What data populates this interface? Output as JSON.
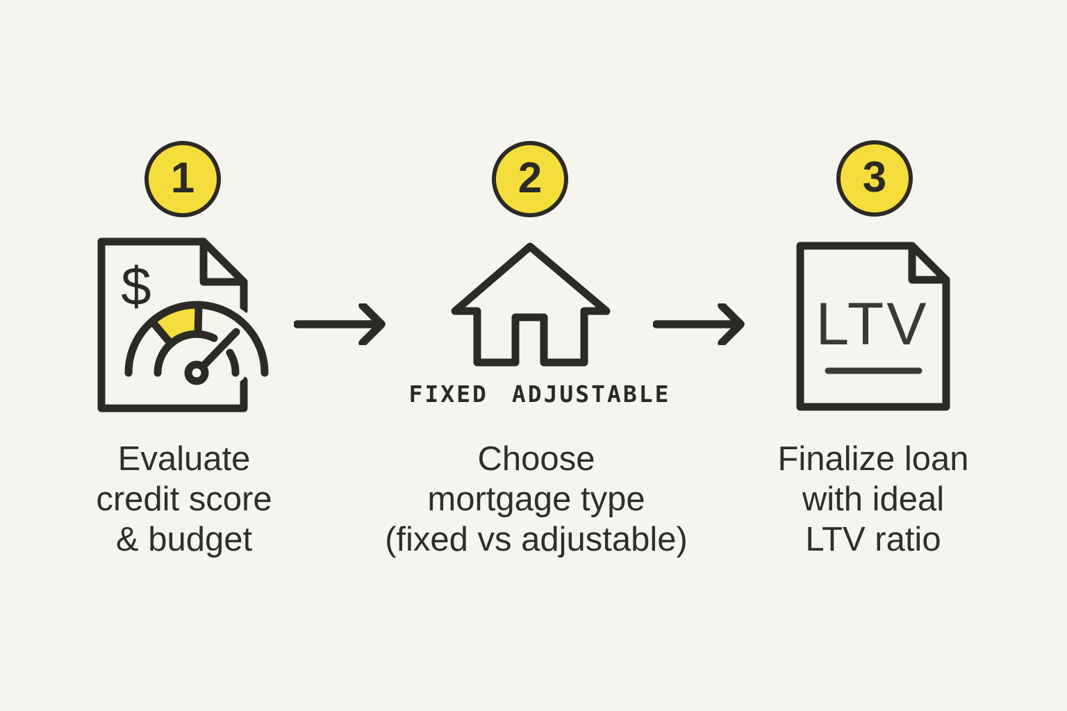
{
  "colors": {
    "background": "#F6F4EE",
    "line": "#2B2A25",
    "accent_yellow": "#F5DE3C",
    "caption_text": "#2F2E29"
  },
  "steps": [
    {
      "number": "1",
      "icon": "credit-score-gauge-document-icon",
      "dollar_sign": "$",
      "caption_lines": [
        "Evaluate",
        "credit score",
        "& budget"
      ]
    },
    {
      "number": "2",
      "icon": "house-icon",
      "option_labels": [
        "FIXED",
        "ADJUSTABLE"
      ],
      "caption_lines": [
        "Choose",
        "mortgage type",
        "(fixed vs adjustable)"
      ]
    },
    {
      "number": "3",
      "icon": "ltv-document-icon",
      "document_label": "LTV",
      "caption_lines": [
        "Finalize loan",
        "with ideal",
        "LTV ratio"
      ]
    }
  ]
}
